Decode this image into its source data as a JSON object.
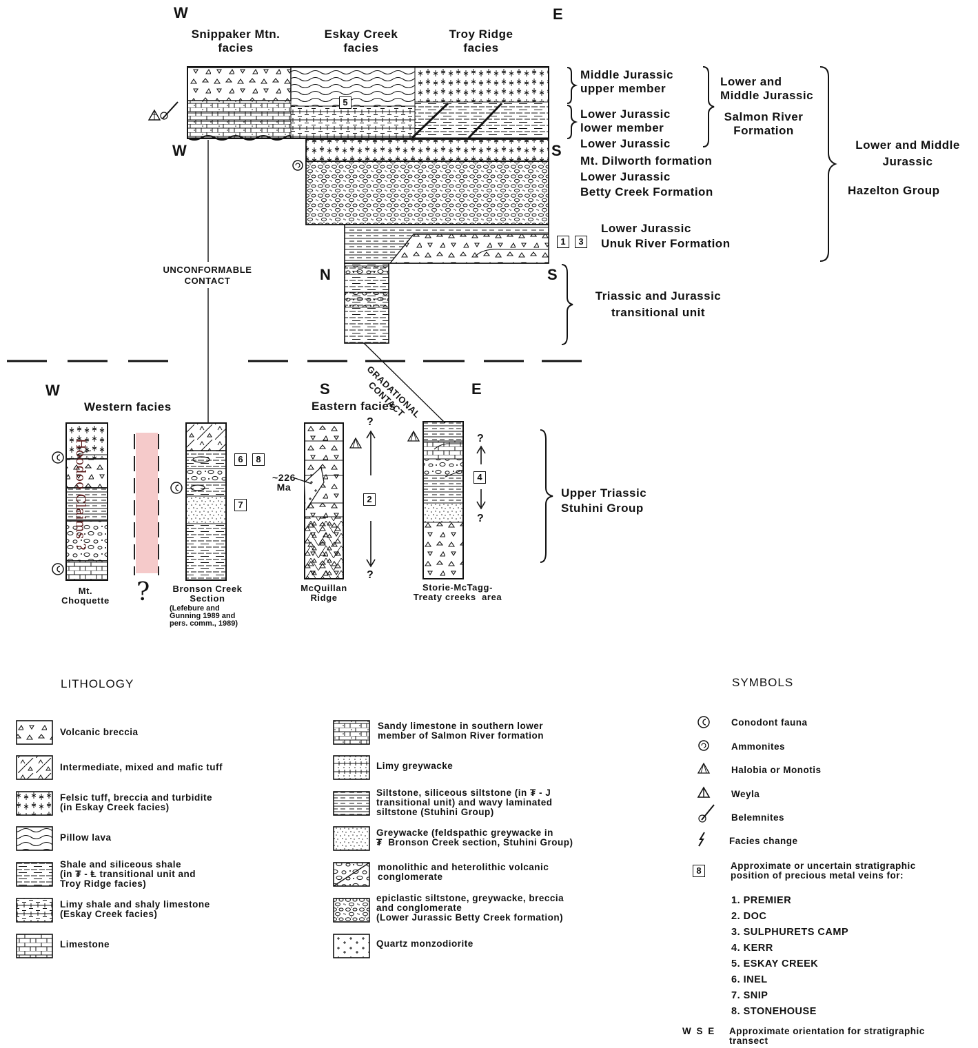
{
  "upper": {
    "dir_w": "W",
    "dir_e": "E",
    "dir_w2": "W",
    "dir_s": "S",
    "dir_n": "N",
    "dir_s2": "S",
    "facies_snippaker": "Snippaker Mtn.\nfacies",
    "facies_eskay": "Eskay Creek\nfacies",
    "facies_troy": "Troy Ridge\nfacies",
    "mid_jur_upper": "Middle Jurassic\nupper member",
    "low_jur_lower": "Lower Jurassic\nlower member",
    "low_jur_1": "Lower Jurassic",
    "dilworth": "Mt. Dilworth formation",
    "low_jur_2": "Lower Jurassic",
    "betty": "Betty Creek Formation",
    "low_jur_3": "Lower Jurassic",
    "unuk": "Unuk River Formation",
    "salmon_age": "Lower and\nMiddle Jurassic",
    "salmon_fm": "Salmon River\nFormation",
    "hazelton_age": "Lower and Middle\nJurassic",
    "hazelton": "Hazelton Group",
    "triassic_jur": "Triassic and Jurassic\ntransitional unit",
    "unconformable": "UNCONFORMABLE\nCONTACT",
    "gradational": "GRADATIONAL\nCONTACT",
    "vein_5": "5",
    "vein_1": "1",
    "vein_3": "3"
  },
  "lower": {
    "dir_w": "W",
    "dir_s": "S",
    "dir_e": "E",
    "western": "Western facies",
    "eastern": "Eastern facies",
    "choquette": "Mt.\nChoquette",
    "hoodoo": "Hoodoo Claims ?",
    "question": "?",
    "bronson": "Bronson Creek\nSection",
    "bronson_ref": "(Lefebure and\nGunning 1989 and\npers. comm., 1989)",
    "mcquillan": "McQuillan\nRidge",
    "storie": "Storie-McTagg-\nTreaty creeks  area",
    "age_226": "~226\nMa",
    "stuhini": "Upper Triassic\nStuhini Group",
    "vein_6": "6",
    "vein_8": "8",
    "vein_7": "7",
    "vein_2": "2",
    "vein_4": "4",
    "q": "?"
  },
  "legend": {
    "lithology_title": "LITHOLOGY",
    "symbols_title": "SYMBOLS",
    "litho_left": [
      "Volcanic breccia",
      "Intermediate, mixed and mafic tuff",
      "Felsic tuff, breccia and turbidite\n(in Eskay Creek facies)",
      "Pillow lava",
      "Shale and siliceous shale\n(in ₮ - Ⱡ transitional unit and\nTroy Ridge facies)",
      "Limy shale and shaly limestone\n(Eskay Creek facies)",
      "Limestone"
    ],
    "litho_right": [
      "Sandy limestone in southern lower\nmember of Salmon River formation",
      "Limy greywacke",
      "Siltstone, siliceous siltstone (in ₮ - J\ntransitional unit) and wavy laminated\nsiltstone (Stuhini Group)",
      "Greywacke (feldspathic greywacke in\n₮  Bronson Creek section, Stuhini Group)",
      "monolithic and heterolithic volcanic\nconglomerate",
      "epiclastic siltstone, greywacke, breccia\nand conglomerate\n(Lower Jurassic Betty Creek formation)",
      "Quartz monzodiorite"
    ],
    "symbols": [
      "Conodont fauna",
      "Ammonites",
      "Halobia or Monotis",
      "Weyla",
      "Belemnites",
      "Facies change",
      "Approximate or uncertain stratigraphic\nposition of precious metal veins for:"
    ],
    "sym_box": "8",
    "veins": [
      "1.  PREMIER",
      "2.  DOC",
      "3.  SULPHURETS CAMP",
      "4.  KERR",
      "5.  ESKAY CREEK",
      "6.  INEL",
      "7.  SNIP",
      "8.  STONEHOUSE"
    ],
    "wse_code": "W S E",
    "wse_text": "Approximate orientation for stratigraphic\ntransect"
  }
}
